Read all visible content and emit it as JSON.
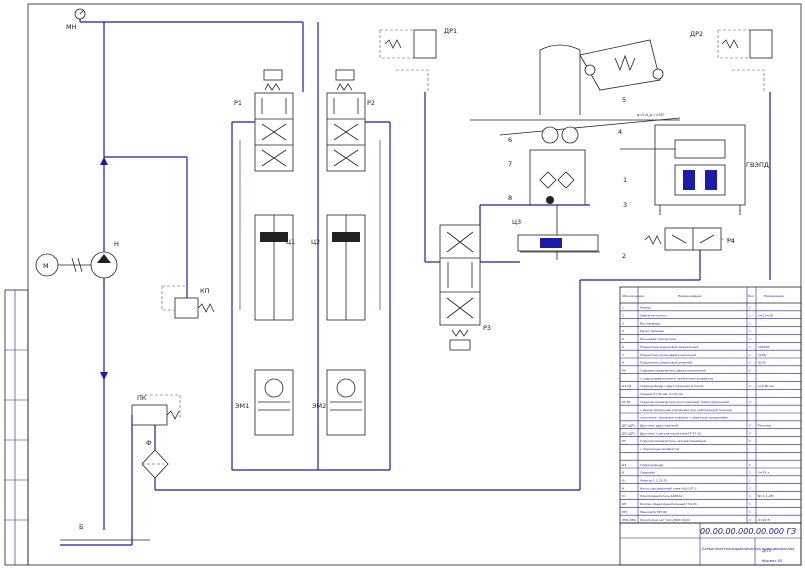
{
  "labels": {
    "mn": "МН",
    "m": "М",
    "n": "Н",
    "kp": "КП",
    "pk": "ПК",
    "f": "Ф",
    "b": "Б",
    "r1": "Р1",
    "r2": "Р2",
    "c1": "Ц1",
    "c2": "Ц2",
    "em1": "ЭМ1",
    "em2": "ЭМ2",
    "dr1": "ДР1",
    "dr2": "ДР2",
    "c3": "Ц3",
    "r3": "Р3",
    "r4": "Р4",
    "gvpd": "ГВЭПД",
    "n1": "1",
    "n2": "2",
    "n3": "3",
    "n4": "4",
    "n5": "5",
    "n6": "6",
    "n7": "7",
    "n8": "8",
    "pi": "φ=0  Ω_φ =±50°"
  },
  "table": {
    "headers": [
      "Обозна-чение",
      "Наименование",
      "Кол",
      "Примечание"
    ],
    "rows": [
      [
        "1",
        "Корпус",
        "1",
        ""
      ],
      [
        "2",
        "Зубчатое колесо",
        "1",
        "т=2 z=26"
      ],
      [
        "3",
        "Вал привода",
        "1",
        ""
      ],
      [
        "4",
        "Рычаг привода",
        "1",
        ""
      ],
      [
        "5",
        "Площадка поворотная",
        "1",
        ""
      ],
      [
        "6",
        "Подшипник шариковый радиальный",
        "1",
        "160206"
      ],
      [
        "7",
        "Подшипник роликовый конический",
        "1",
        "7206"
      ],
      [
        "8",
        "Подшипник шариковый упорный",
        "1",
        "8206"
      ],
      [
        "Р4",
        "Гидрораспределитель двухпозиционный",
        "1",
        ""
      ],
      [
        "",
        "с гидроуправлением и пружинным возвратом",
        "",
        ""
      ],
      [
        "Ц1,Ц2",
        "Гидроцилиндр с двусторонним штоком",
        "2",
        "ход 80 мм"
      ],
      [
        "",
        "поршня D=32 мм, d=20 мм",
        "",
        ""
      ],
      [
        "Р1,Р2",
        "Гидрораспределитель золотниковый трёхпозиционный",
        "2",
        ""
      ],
      [
        "",
        "с двумя запорными клапанами при нейтральной позиции",
        "",
        ""
      ],
      [
        "",
        "золотника; запорные клапаны с обратным запиранием",
        "",
        ""
      ],
      [
        "ДР1,ДР2",
        "Дроссель двусторонний",
        "2",
        "Регулир."
      ],
      [
        "ДР1,ДР2",
        "Дроссель с регулятором типа ПГ77-12",
        "2",
        ""
      ],
      [
        "Р3",
        "Гидрораспределитель четырёхлинейный",
        "1",
        ""
      ],
      [
        "",
        "с пружинным возвратом",
        "",
        ""
      ],
      [
        "",
        "",
        "",
        ""
      ],
      [
        "Ц3",
        "Гидроцилиндр",
        "1",
        ""
      ],
      [
        "Б",
        "Гидробак",
        "1",
        "V=25 л"
      ],
      [
        "Ф",
        "Фильтр 1.1.25-25",
        "1",
        ""
      ],
      [
        "Н",
        "Насос шестерённый типа НШ-10Г-3",
        "1",
        ""
      ],
      [
        "М",
        "Электродвигатель 4А80А4",
        "1",
        "N=1,1 кВт"
      ],
      [
        "КП",
        "Клапан предохранительный Г54-24",
        "1",
        ""
      ],
      [
        "МН",
        "Манометр МП-4У",
        "1",
        ""
      ],
      [
        "ЭМ1,ЭМ2",
        "Электромагнит типа МИС-3100",
        "2",
        "U=24 В"
      ]
    ],
    "title_code": "00.00.00.000.00.000 ГЗ",
    "title_name": "Схема электрогидравлическая принципиальная",
    "title_org": "ДГТУ",
    "sheet": "Формат А3"
  }
}
